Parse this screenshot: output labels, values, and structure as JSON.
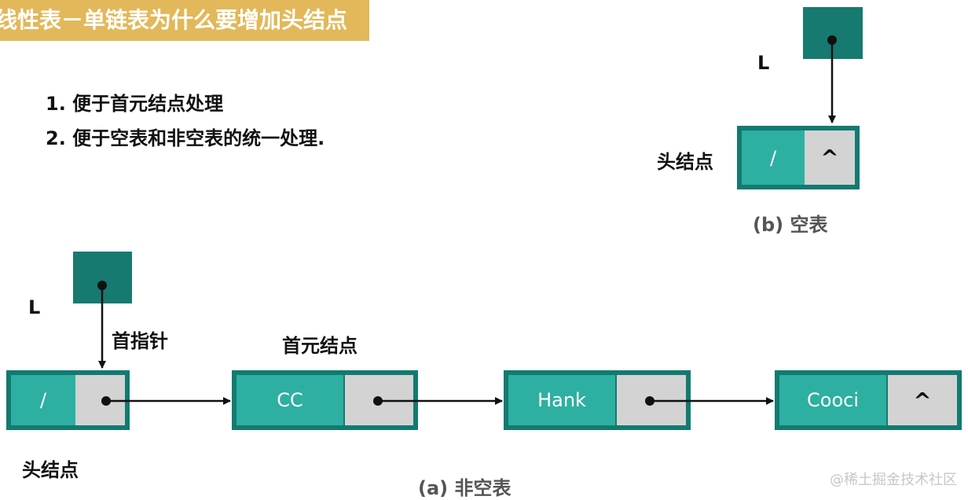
{
  "title": "线性表－单链表为什么要增加头结点",
  "points": [
    "1.  便于首元结点处理",
    "2. 便于空表和非空表的统一处理."
  ],
  "empty_list": {
    "pointer_label": "L",
    "head_label": "头结点",
    "head_data": "/",
    "head_next": "^",
    "caption": "(b) 空表"
  },
  "nonempty_list": {
    "pointer_label": "L",
    "pointer_desc": "首指针",
    "first_node_label": "首元结点",
    "head_label": "头结点",
    "nodes": [
      {
        "data": "/",
        "next": ""
      },
      {
        "data": "CC",
        "next": ""
      },
      {
        "data": "Hank",
        "next": ""
      },
      {
        "data": "Cooci",
        "next": "^"
      }
    ],
    "caption": "(a) 非空表"
  },
  "watermark": "@稀土掘金技术社区"
}
